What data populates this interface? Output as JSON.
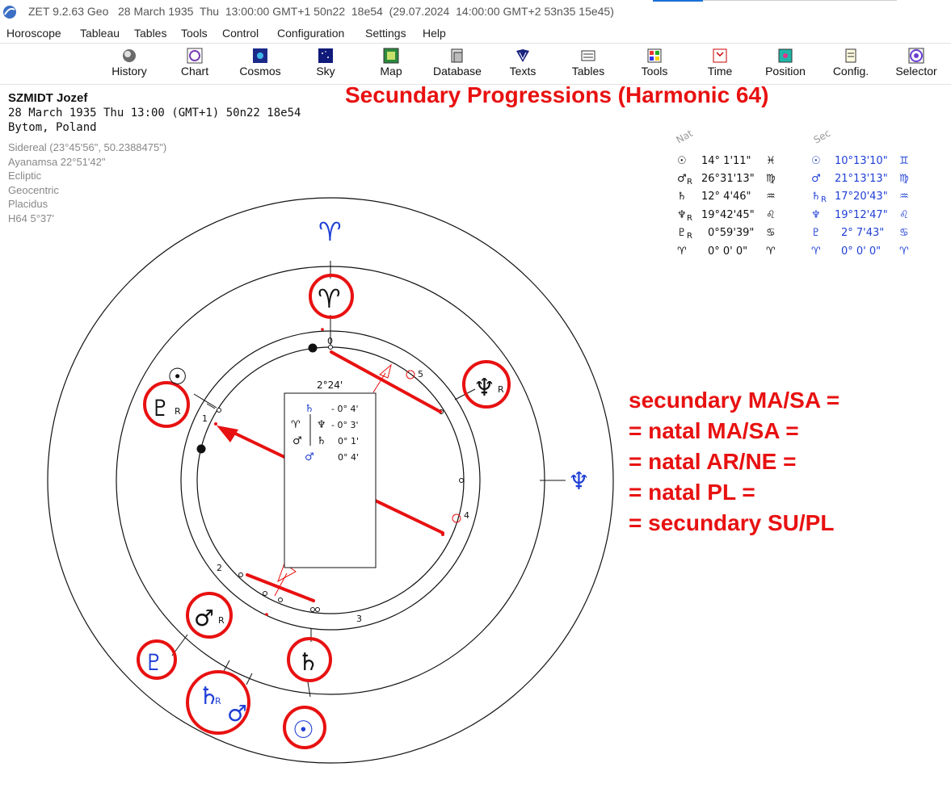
{
  "titlebar": {
    "text": "ZET 9.2.63 Geo   28 March 1935  Thu  13:00:00 GMT+1 50n22  18e54  (29.07.2024  14:00:00 GMT+2 53n35 15e45)"
  },
  "menu": [
    "Horoscope",
    "Tableau",
    "Tables",
    "Tools",
    "Control",
    "Configuration",
    "Settings",
    "Help"
  ],
  "toolbar": [
    {
      "label": "History",
      "icon": "history-icon"
    },
    {
      "label": "Chart",
      "icon": "chart-icon"
    },
    {
      "label": "Cosmos",
      "icon": "cosmos-icon"
    },
    {
      "label": "Sky",
      "icon": "sky-icon"
    },
    {
      "label": "Map",
      "icon": "map-icon"
    },
    {
      "label": "Database",
      "icon": "database-icon"
    },
    {
      "label": "Texts",
      "icon": "texts-icon"
    },
    {
      "label": "Tables",
      "icon": "tables-icon"
    },
    {
      "label": "Tools",
      "icon": "tools-icon"
    },
    {
      "label": "Time",
      "icon": "time-icon"
    },
    {
      "label": "Position",
      "icon": "position-icon"
    },
    {
      "label": "Config.",
      "icon": "config-icon"
    },
    {
      "label": "Selector",
      "icon": "selector-icon"
    }
  ],
  "person": {
    "name": "SZMIDT Jozef",
    "datetime": "28 March 1935  Thu  13:00 (GMT+1) 50n22  18e54",
    "place": "Bytom, Poland"
  },
  "settings": [
    "Sidereal (23°45'56\", 50.2388475\")",
    "Ayanamsa 22°51'42\"",
    "Ecliptic",
    "Geocentric",
    "Placidus",
    "H64   5°37'"
  ],
  "chart_title": "Secundary Progressions (Harmonic 64)",
  "positions": {
    "natal_header": "Nat",
    "sec_header": "Sec",
    "natal": [
      {
        "glyph": "☉",
        "retro": "",
        "pos": "14° 1'11\"",
        "sign": "♓"
      },
      {
        "glyph": "♂",
        "retro": "R",
        "pos": "26°31'13\"",
        "sign": "♍"
      },
      {
        "glyph": "♄",
        "retro": "",
        "pos": "12° 4'46\"",
        "sign": "♒"
      },
      {
        "glyph": "♆",
        "retro": "R",
        "pos": "19°42'45\"",
        "sign": "♌"
      },
      {
        "glyph": "♇",
        "retro": "R",
        "pos": "0°59'39\"",
        "sign": "♋"
      },
      {
        "glyph": "♈",
        "retro": "",
        "pos": "0° 0' 0\"",
        "sign": "♈"
      }
    ],
    "secondary": [
      {
        "glyph": "☉",
        "retro": "",
        "pos": "10°13'10\"",
        "sign": "♊"
      },
      {
        "glyph": "♂",
        "retro": "",
        "pos": "21°13'13\"",
        "sign": "♍"
      },
      {
        "glyph": "♄",
        "retro": "R",
        "pos": "17°20'43\"",
        "sign": "♒"
      },
      {
        "glyph": "♆",
        "retro": "",
        "pos": "19°12'47\"",
        "sign": "♌"
      },
      {
        "glyph": "♇",
        "retro": "",
        "pos": "2° 7'43\"",
        "sign": "♋"
      },
      {
        "glyph": "♈",
        "retro": "",
        "pos": "0° 0' 0\"",
        "sign": "♈"
      }
    ]
  },
  "aspect_box": {
    "header": "2°24'",
    "rows": [
      {
        "left": "",
        "mid": "♄",
        "val": "- 0° 4'",
        "color": "#1f3fd6"
      },
      {
        "left": "♈",
        "mid": "♆",
        "val": "- 0° 3'",
        "color": "#111"
      },
      {
        "left": "♂",
        "mid": "♄",
        "val": "0° 1'",
        "color": "#111"
      },
      {
        "left": "",
        "mid": "♂",
        "val": "0° 4'",
        "color": "#1f3fd6"
      }
    ]
  },
  "house_numbers": [
    "0",
    "1",
    "2",
    "3",
    "4",
    "5"
  ],
  "notes": [
    "secundary MA/SA =",
    "= natal MA/SA =",
    "= natal AR/NE =",
    "= natal PL =",
    "= secundary SU/PL"
  ],
  "wheel_glyphs": {
    "outer_aries": "♈",
    "inner_aries": "♈",
    "sun_natal": "☉",
    "pluto_natal": "♇",
    "pluto_retro": "R",
    "neptune_natal": "♆",
    "neptune_retro": "R",
    "neptune_sec": "♆",
    "mars_natal": "♂",
    "mars_retro": "R",
    "pluto_sec": "♇",
    "saturn_natal": "♄",
    "saturn_sec": "♄",
    "saturn_sec_retro": "R",
    "mars_sec": "♂",
    "sun_sec": "☉"
  },
  "colors": {
    "red": "#e81111",
    "blue": "#1f3fd6",
    "black": "#111111"
  }
}
